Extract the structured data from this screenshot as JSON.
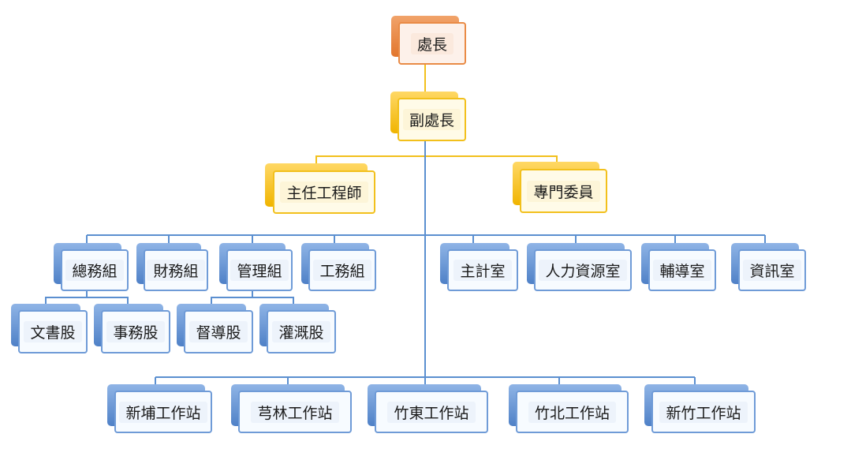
{
  "nodes": {
    "chief": "處長",
    "deputy": "副處長",
    "chief_engineer": "主任工程師",
    "commissioner": "專門委員",
    "general_affairs": "總務組",
    "finance": "財務組",
    "management": "管理組",
    "engineering": "工務組",
    "accounting": "主計室",
    "personnel": "人力資源室",
    "guidance": "輔導室",
    "it": "資訊室",
    "documents": "文書股",
    "affairs": "事務股",
    "supervision": "督導股",
    "irrigation": "灌溉股",
    "xinpu": "新埔工作站",
    "qionglin": "芎林工作站",
    "zhudong": "竹東工作站",
    "zhubei": "竹北工作站",
    "hsinchu": "新竹工作站"
  },
  "colors": {
    "orange": "#e98b46",
    "gold": "#f2c01c",
    "blue": "#6f9bd7"
  }
}
